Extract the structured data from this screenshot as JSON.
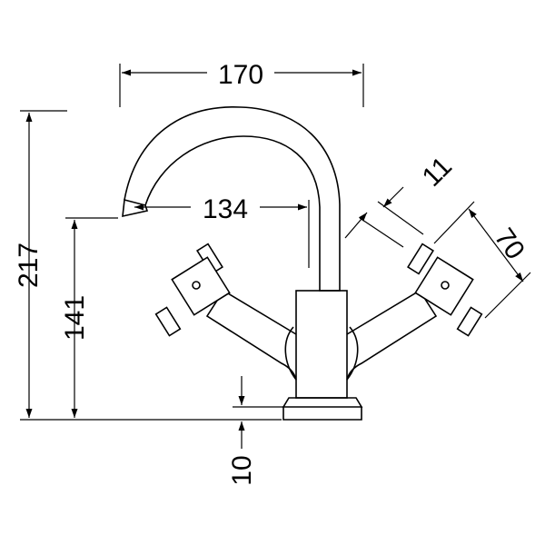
{
  "dimensions": {
    "overall_width": "170",
    "spout_reach": "134",
    "handle_width": "11",
    "handle_span": "70",
    "overall_height": "217",
    "spout_height": "141",
    "base_thickness": "10"
  }
}
